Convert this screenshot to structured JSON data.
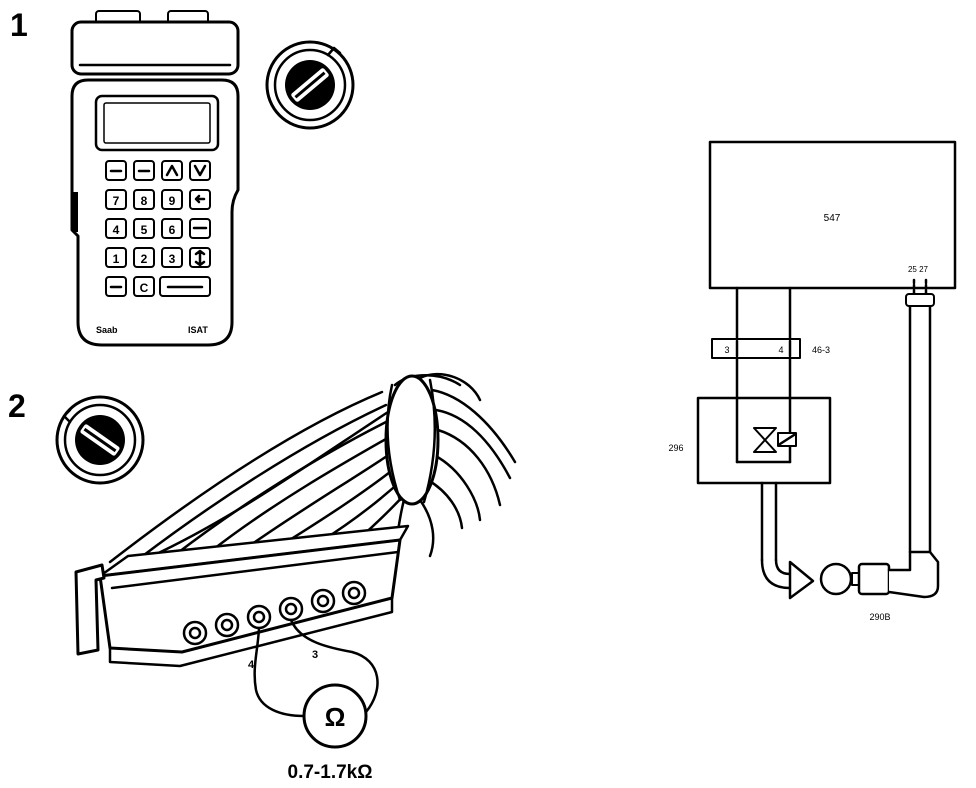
{
  "steps": {
    "first": "1",
    "second": "2"
  },
  "tester": {
    "brand": "Saab",
    "model": "ISAT",
    "keys": [
      "7",
      "8",
      "9",
      "4",
      "5",
      "6",
      "1",
      "2",
      "3",
      "C"
    ]
  },
  "measurement": {
    "symbol": "Ω",
    "range": "0.7-1.7kΩ",
    "pin_left": "4",
    "pin_right": "3"
  },
  "schematic": {
    "control_unit": "547",
    "control_unit_pins": "25 27",
    "connector": "46-3",
    "connector_pins": [
      "3",
      "4"
    ],
    "valve_unit": "296",
    "actuator": "290B"
  },
  "colors": {
    "ink": "#000000",
    "paper": "#ffffff"
  }
}
